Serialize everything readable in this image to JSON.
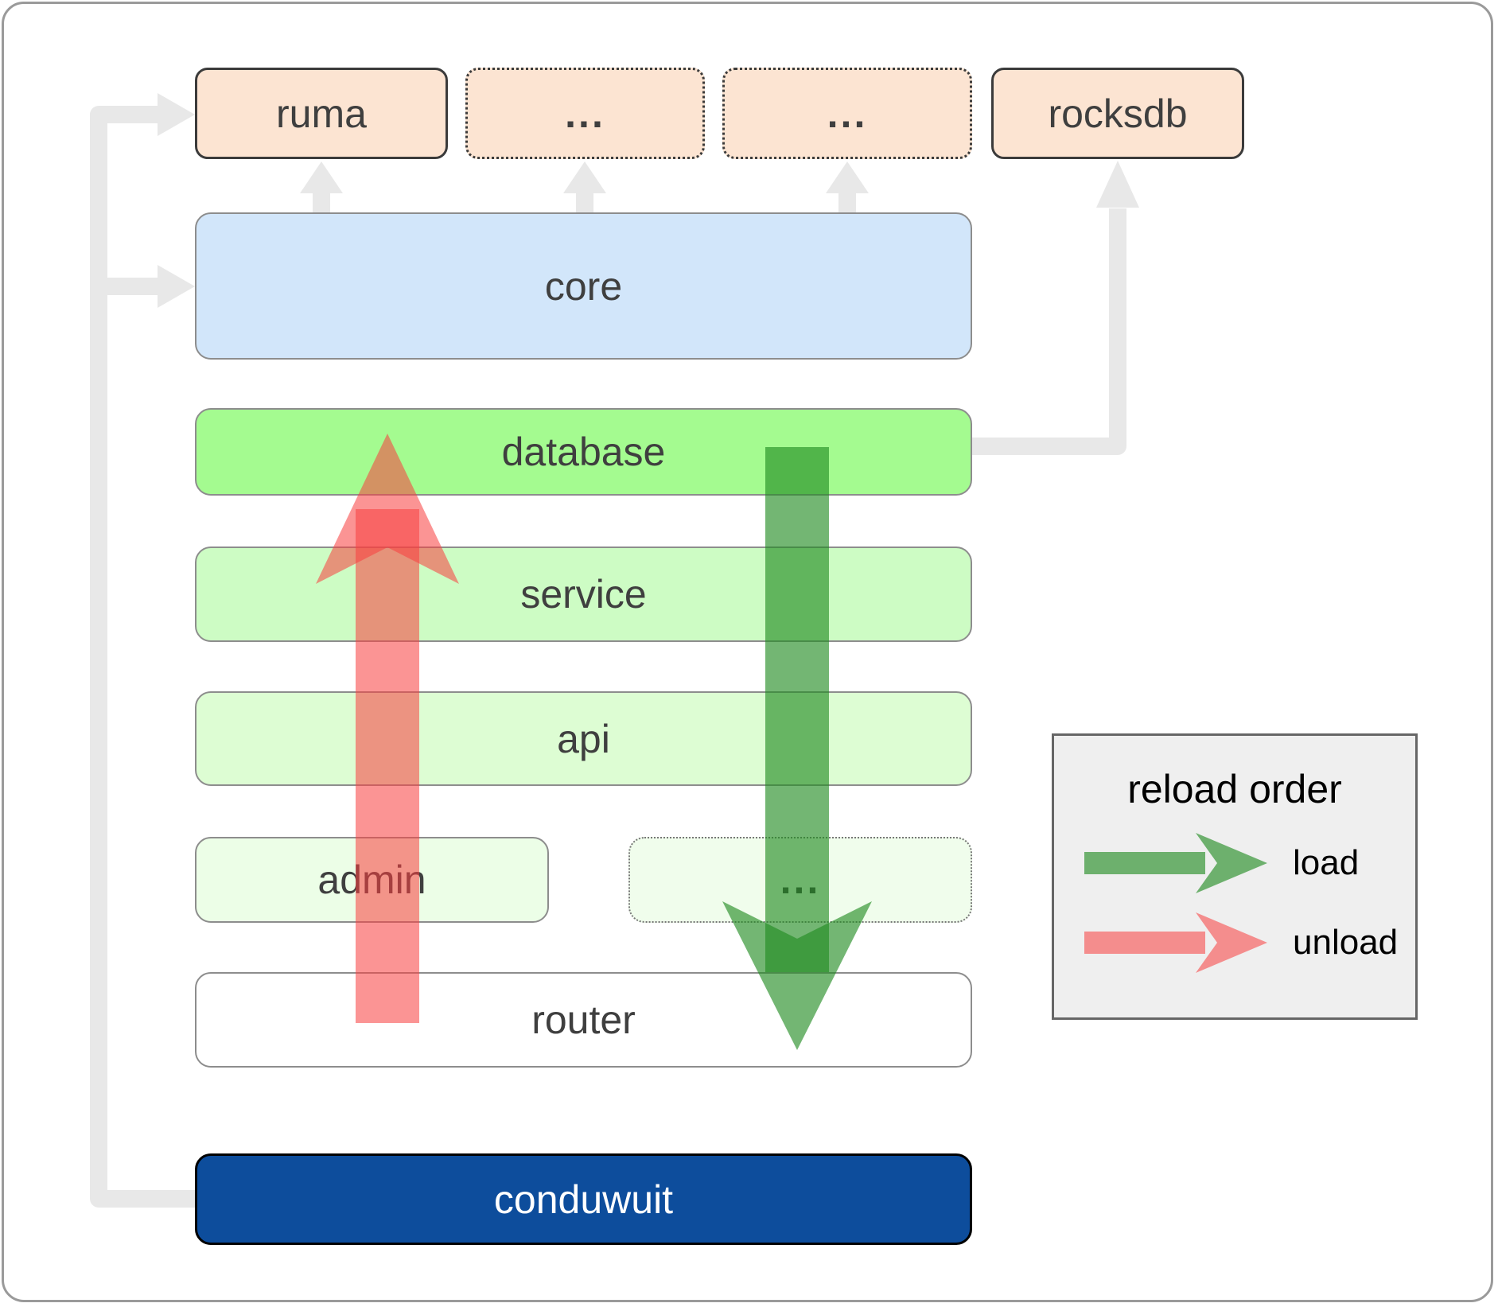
{
  "canvas": {
    "background": "#ffffff",
    "border_color": "#9a9a9a"
  },
  "boxes": {
    "ruma": {
      "label": "ruma",
      "bg": "#fce4d2",
      "border": "#3b3b3b",
      "text_color": "#3f3f3f",
      "border_style": "solid"
    },
    "deps_more_1": {
      "label": "...",
      "bg": "#fce4d2",
      "border": "#3b3b3b",
      "text_color": "#3f3f3f",
      "border_style": "dotted"
    },
    "deps_more_2": {
      "label": "...",
      "bg": "#fce4d2",
      "border": "#3b3b3b",
      "text_color": "#3f3f3f",
      "border_style": "dotted"
    },
    "rocksdb": {
      "label": "rocksdb",
      "bg": "#fce4d2",
      "border": "#3b3b3b",
      "text_color": "#3f3f3f",
      "border_style": "solid"
    },
    "core": {
      "label": "core",
      "bg": "#d2e6fa",
      "border": "#8d8d8d",
      "text_color": "#3f3f3f",
      "border_style": "solid"
    },
    "database": {
      "label": "database",
      "bg": "#a4fb90",
      "border": "#8d8d8d",
      "text_color": "#3f3f3f",
      "border_style": "solid"
    },
    "service": {
      "label": "service",
      "bg": "#cdfcc4",
      "border": "#8d8d8d",
      "text_color": "#3f3f3f",
      "border_style": "solid"
    },
    "api": {
      "label": "api",
      "bg": "#ddfdd3",
      "border": "#8d8d8d",
      "text_color": "#3f3f3f",
      "border_style": "solid"
    },
    "admin": {
      "label": "admin",
      "bg": "#ecfee7",
      "border": "#8d8d8d",
      "text_color": "#3f3f3f",
      "border_style": "solid"
    },
    "crates_more": {
      "label": "...",
      "bg": "#f0fdec",
      "border": "#777777",
      "text_color": "#3f3f3f",
      "border_style": "dotted"
    },
    "router": {
      "label": "router",
      "bg": "#ffffff",
      "border": "#8d8d8d",
      "text_color": "#3f3f3f",
      "border_style": "solid"
    },
    "conduwuit": {
      "label": "conduwuit",
      "bg": "#0d4d9c",
      "border": "#000000",
      "text_color": "#ffffff",
      "border_style": "solid"
    }
  },
  "arrows": {
    "load_color": "#228b22",
    "load_opacity": "0.63",
    "unload_color": "#f84040",
    "unload_opacity": "0.56",
    "connector_color": "#e8e8e8"
  },
  "legend": {
    "title": "reload order",
    "bg": "#efefef",
    "border": "#666666",
    "items": [
      {
        "icon": "load-arrow",
        "label": "load"
      },
      {
        "icon": "unload-arrow",
        "label": "unload"
      }
    ]
  }
}
